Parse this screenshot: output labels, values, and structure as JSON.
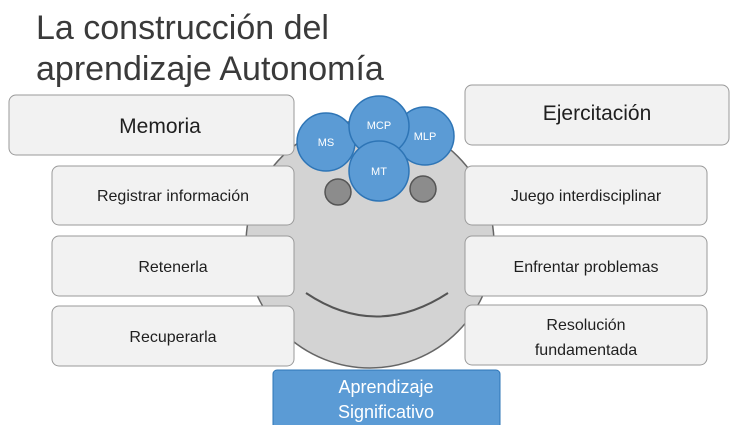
{
  "title": {
    "line1": "La construcción del",
    "line2": "aprendizaje Autonomía"
  },
  "left": {
    "header": "Memoria",
    "items": [
      "Registrar información",
      "Retenerla",
      "Recuperarla"
    ]
  },
  "right": {
    "header": "Ejercitación",
    "items": [
      {
        "line1": "Juego interdisciplinar"
      },
      {
        "line1": "Enfrentar problemas"
      },
      {
        "line1": "Resolución",
        "line2": "fundamentada"
      }
    ]
  },
  "circles": {
    "ms": "MS",
    "mcp": "MCP",
    "mlp": "MLP",
    "mt": "MT"
  },
  "bottom": {
    "line1": "Aprendizaje",
    "line2": "Significativo"
  },
  "colors": {
    "blue": "#5b9bd5",
    "blue_dark": "#2e75b6",
    "face": "#d3d3d3",
    "box_fill": "#f2f2f2",
    "box_stroke": "#9a9a9a"
  }
}
